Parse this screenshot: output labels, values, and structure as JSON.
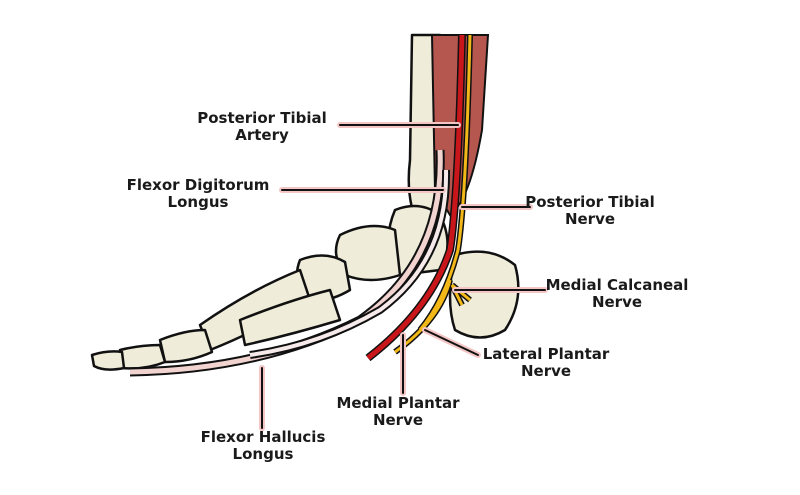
{
  "labels": {
    "posterior_tibial_artery": [
      "Posterior Tibial",
      "Artery"
    ],
    "flexor_digitorum_longus": [
      "Flexor Digitorum",
      "Longus"
    ],
    "posterior_tibial_nerve": [
      "Posterior Tibial",
      "Nerve"
    ],
    "medial_calcaneal_nerve": [
      "Medial Calcaneal",
      "Nerve"
    ],
    "lateral_plantar_nerve": [
      "Lateral Plantar",
      "Nerve"
    ],
    "medial_plantar_nerve": [
      "Medial Plantar",
      "Nerve"
    ],
    "flexor_hallucis_longus": [
      "Flexor Hallucis",
      "Longus"
    ]
  },
  "colors": {
    "bone": "#efecd9",
    "artery": "#c8161b",
    "nerve": "#f2b817",
    "muscle": "#b5564f",
    "tendon": "#f1d3d0",
    "leader_glow": "#f3c5c5"
  }
}
